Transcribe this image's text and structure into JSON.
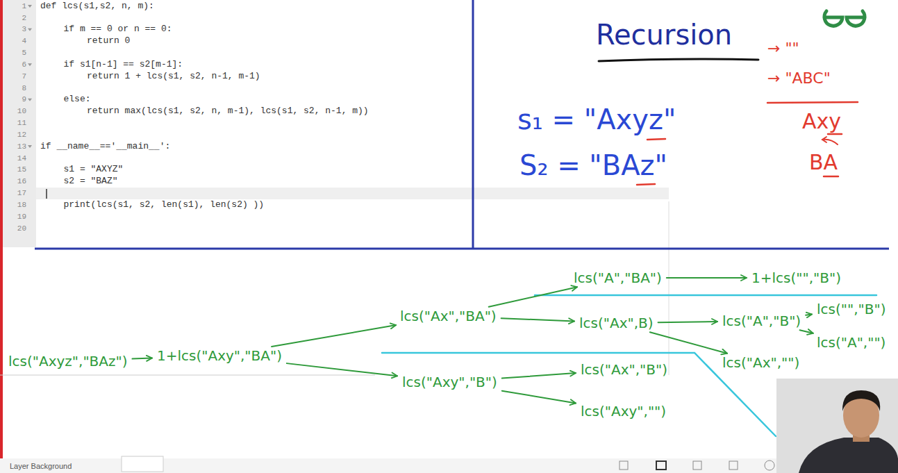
{
  "diagram": {
    "nodes": [
      {
        "text": [
          "lcs(\"Axyz\",\"BAz\")"
        ]
      },
      {
        "text": [
          "1+lcs(\"Axy\",\"BA\")"
        ]
      },
      {
        "text": [
          "lcs(\"Ax\",\"BA\")"
        ]
      },
      {
        "text": [
          "lcs(\"Axy\",\"B\")"
        ]
      },
      {
        "text": [
          "lcs(\"A\",\"BA\")"
        ]
      },
      {
        "text": [
          "1+lcs(\"\",\"B\")"
        ]
      },
      {
        "text": [
          "lcs(\"Ax\",B)"
        ]
      },
      {
        "text": [
          "lcs(\"A\",\"B\")"
        ]
      },
      {
        "text": [
          "lcs(\"\",\"B\")"
        ]
      },
      {
        "text": [
          "lcs(\"A\",\"\")"
        ]
      },
      {
        "text": [
          "lcs(\"Ax\",\"\")"
        ]
      },
      {
        "text": [
          "lcs(\"Ax\",\"B\")"
        ]
      },
      {
        "text": [
          "lcs(\"Axy\",\"\")"
        ]
      }
    ],
    "edges": [
      {
        "from": 0,
        "to": 1,
        "arrow": "to"
      },
      {
        "from": 1,
        "to": 2,
        "arrow": "to"
      },
      {
        "from": 1,
        "to": 3,
        "arrow": "to"
      },
      {
        "from": 2,
        "to": 4,
        "arrow": "to"
      },
      {
        "from": 4,
        "to": 5,
        "arrow": "to"
      },
      {
        "from": 2,
        "to": 6,
        "arrow": "to"
      },
      {
        "from": 6,
        "to": 7,
        "arrow": "to"
      },
      {
        "from": 7,
        "to": 8,
        "arrow": "to"
      },
      {
        "from": 7,
        "to": 9,
        "arrow": "to"
      },
      {
        "from": 6,
        "to": 10,
        "arrow": "to"
      },
      {
        "from": 3,
        "to": 11,
        "arrow": "to"
      },
      {
        "from": 3,
        "to": 12,
        "arrow": "to"
      }
    ],
    "labels": [
      "1",
      "2",
      "3",
      "4",
      "5",
      "6",
      "7",
      "8",
      "9",
      "10",
      "11",
      "12",
      "13",
      "14",
      "15",
      "16",
      "17",
      "18",
      "19",
      "20",
      "def lcs(s1,s2, n, m):",
      "if m == 0 or n == 0:",
      "return 0",
      "if s1[n-1] == s2[m-1]:",
      "return 1 + lcs(s1, s2, n-1, m-1)",
      "else:",
      "return max(lcs(s1, s2, n, m-1), lcs(s1, s2, n-1, m))",
      "if __name__=='__main__':",
      "s1 = \"AXYZ\"",
      "s2 = \"BAZ\"",
      "print(lcs(s1, s2, len(s1), len(s2) ))",
      "Recursion",
      "s₁ = \"Axyz\"",
      "S₂ = \"BAz\"",
      "→ \"\"",
      "→ \"ABC\"",
      "Axy",
      "BA",
      "Layer Background"
    ]
  }
}
